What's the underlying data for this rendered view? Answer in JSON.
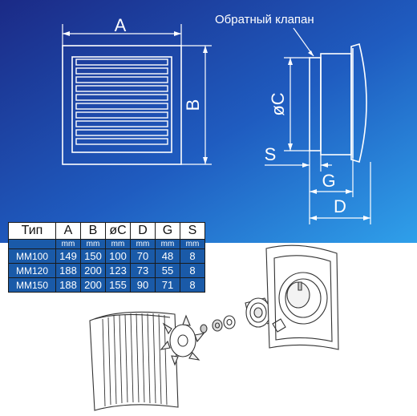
{
  "callout": "Обратный клапан",
  "dimensions": {
    "a": "A",
    "b": "B",
    "c": "øC",
    "s": "S",
    "g": "G",
    "d": "D"
  },
  "colors": {
    "panel_top": "#1a2f8a",
    "panel_bottom": "#2a8fe0",
    "table_fill": "#1a5aa8",
    "line": "#ffffff"
  },
  "table": {
    "headers": [
      "Тип",
      "A",
      "B",
      "øC",
      "D",
      "G",
      "S"
    ],
    "units": [
      "",
      "mm",
      "mm",
      "mm",
      "mm",
      "mm",
      "mm"
    ],
    "rows": [
      [
        "MM100",
        "149",
        "150",
        "100",
        "70",
        "48",
        "8"
      ],
      [
        "MM120",
        "188",
        "200",
        "123",
        "73",
        "55",
        "8"
      ],
      [
        "MM150",
        "188",
        "200",
        "155",
        "90",
        "71",
        "8"
      ]
    ]
  }
}
